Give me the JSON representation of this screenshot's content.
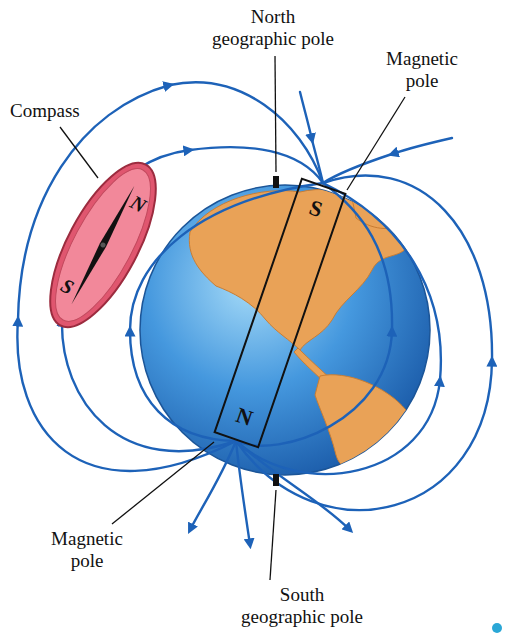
{
  "diagram": {
    "nodes": [
      {
        "text": [
          "N",
          "S"
        ]
      },
      {
        "text": [
          "S",
          "N"
        ]
      }
    ],
    "labels": [
      "North geographic pole",
      "Magnetic pole",
      "Compass",
      "Magnetic pole",
      "South geographic pole"
    ]
  }
}
